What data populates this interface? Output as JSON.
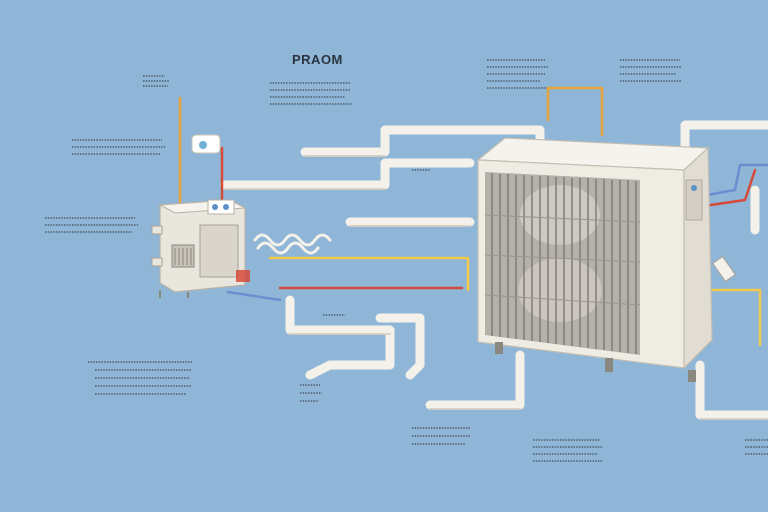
{
  "diagram": {
    "title": "PRAOM",
    "colors": {
      "background": "#8fb6d6",
      "pipe": "#f4f1ea",
      "unit_body": "#efece4",
      "grille": "#8a8680",
      "wire_red": "#d64a3a",
      "wire_orange": "#e8a23a",
      "wire_yellow": "#f2c84a",
      "wire_blue": "#6a8fd0",
      "text_blocks": "#3c4652"
    },
    "components": [
      {
        "name": "outdoor-condenser-unit",
        "icon": "condenser-icon"
      },
      {
        "name": "indoor-compressor-unit",
        "icon": "compressor-icon"
      },
      {
        "name": "refrigerant-lines",
        "icon": "pipe-icon"
      },
      {
        "name": "wiring",
        "icon": "wire-icon"
      }
    ]
  }
}
